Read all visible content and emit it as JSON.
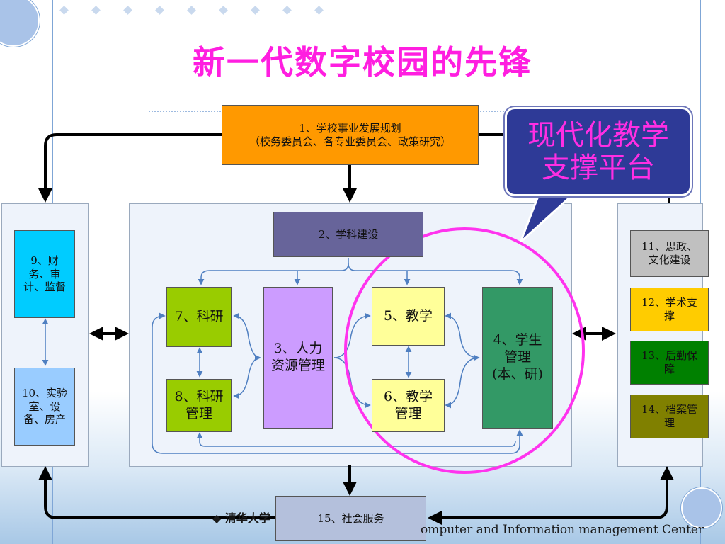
{
  "title": "新一代数字校园的先锋",
  "callout": {
    "line1": "现代化教学",
    "line2": "支撑平台"
  },
  "boxes": {
    "b1": {
      "line1": "1、学校事业发展规划",
      "line2": "（校务委员会、各专业委员会、政策研究）",
      "color": "#ff9900"
    },
    "b2": {
      "label": "2、学科建设",
      "color": "#67649a"
    },
    "b3": {
      "line1": "3、人力",
      "line2": "资源管理",
      "color": "#cc9cff"
    },
    "b4": {
      "line1": "4、学生",
      "line2": "管理",
      "line3": "(本、研)",
      "color": "#339966"
    },
    "b5": {
      "label": "5、教学",
      "color": "#ffff99"
    },
    "b6": {
      "line1": "6、教学",
      "line2": "管理",
      "color": "#ffff99"
    },
    "b7": {
      "label": "7、科研",
      "color": "#99cc00"
    },
    "b8": {
      "line1": "8、科研",
      "line2": "管理",
      "color": "#99cc00"
    },
    "b9": {
      "line1": "9、财",
      "line2": "务、审",
      "line3": "计、监督",
      "color": "#00ccff"
    },
    "b10": {
      "line1": "10、实验",
      "line2": "室、设",
      "line3": "备、房产",
      "color": "#99ccff"
    },
    "b11": {
      "line1": "11、思政、",
      "line2": "文化建设",
      "color": "#c0c0c0"
    },
    "b12": {
      "line1": "12、学术支",
      "line2": "撑",
      "color": "#ffcc00"
    },
    "b13": {
      "line1": "13、后勤保",
      "line2": "障",
      "color": "#008000"
    },
    "b14": {
      "line1": "14、档案管",
      "line2": "理",
      "color": "#808000"
    },
    "b15": {
      "label": "15、社会服务",
      "color": "#b4c0dc"
    }
  },
  "footer": {
    "left": "◆ 清华大学",
    "right": "omputer  and  Information  management  Center"
  },
  "colors": {
    "title": "#ff1ee0",
    "highlight_circle": "#ff33ee",
    "callout_bg": "#2e3a97"
  }
}
